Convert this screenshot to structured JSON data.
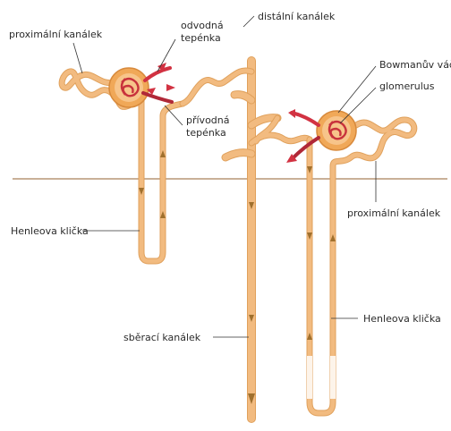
{
  "labels": {
    "proximal_left": "proximální kanálek",
    "efferent": "odvodná tepénka",
    "afferent": "přívodná tepénka",
    "distal": "distální kanálek",
    "bowman": "Bowmanův váček",
    "glomerulus": "glomerulus",
    "proximal_right": "proximální kanálek",
    "henle_left": "Henleova klička",
    "henle_right": "Henleova klička",
    "collecting": "sběrací kanálek"
  },
  "colors": {
    "tubule": "#f2bb80",
    "tubule_edge": "#e0a15c",
    "capsule": "#f0a858",
    "glomerulus": "#c8323c",
    "arteriole": "#d23242",
    "boundary_line": "#a9805a",
    "flow_arrow": "#a0702e"
  }
}
